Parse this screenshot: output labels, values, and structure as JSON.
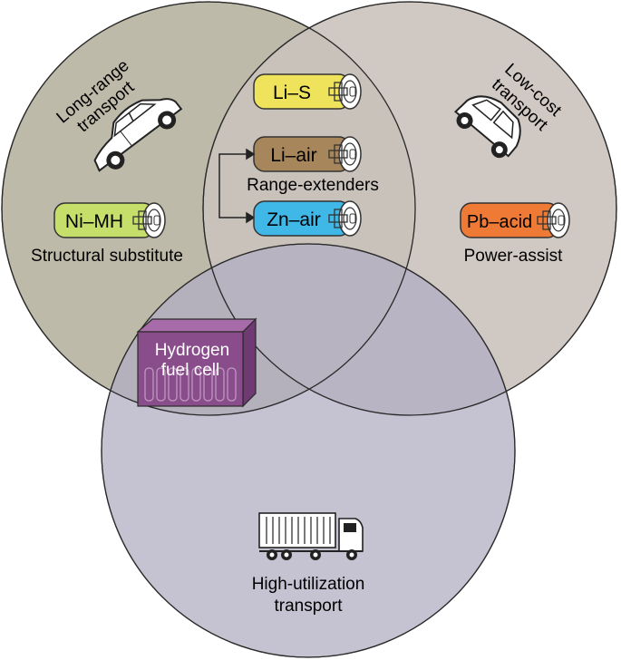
{
  "colors": {
    "circle_long_range": "#b8b3a0",
    "circle_low_cost": "#cbc3bd",
    "circle_high_util": "#b2aec3",
    "outline": "#2a2a2a"
  },
  "circles": {
    "long_range": {
      "label_line1": "Long-range",
      "label_line2": "transport"
    },
    "low_cost": {
      "label_line1": "Low-cost",
      "label_line2": "transport"
    },
    "high_util": {
      "label_line1": "High-utilization",
      "label_line2": "transport"
    }
  },
  "batteries": {
    "li_s": {
      "label": "Li–S",
      "color": "#efe35b"
    },
    "li_air": {
      "label": "Li–air",
      "color": "#a8865c"
    },
    "zn_air": {
      "label": "Zn–air",
      "color": "#3fb8e8"
    },
    "ni_mh": {
      "label": "Ni–MH",
      "color": "#c6de6a"
    },
    "pb_acid": {
      "label": "Pb–acid",
      "color": "#ef7a35"
    }
  },
  "captions": {
    "range_extenders": "Range-extenders",
    "structural_substitute": "Structural substitute",
    "power_assist": "Power-assist"
  },
  "fuel_cell": {
    "label_line1": "Hydrogen",
    "label_line2": "fuel cell",
    "color": "#8a4d8c"
  },
  "icons": [
    "sedan-car-icon",
    "small-car-icon",
    "truck-icon",
    "battery-icon",
    "fuel-cell-icon",
    "plus-terminal-icon"
  ]
}
